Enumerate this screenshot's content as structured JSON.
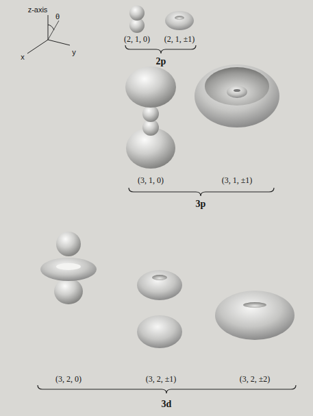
{
  "diagram": {
    "labels": [
      "z-axis",
      "θ",
      "x",
      "y",
      "(2, 1, 0)",
      "(2, 1, ±1)",
      "2p",
      "(3, 1, 0)",
      "(3, 1, ±1)",
      "3p",
      "(3, 2, 0)",
      "(3, 2, ±1)",
      "(3, 2, ±2)",
      "3d"
    ]
  }
}
